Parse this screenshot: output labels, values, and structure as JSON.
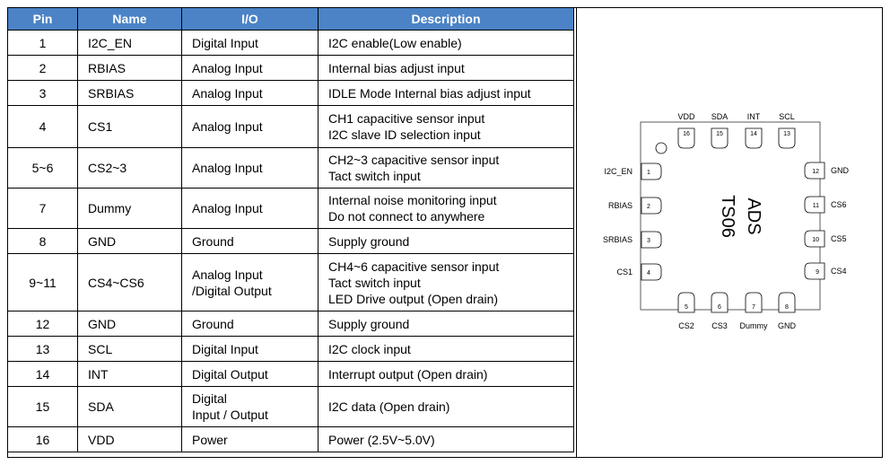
{
  "table": {
    "headers": [
      "Pin",
      "Name",
      "I/O",
      "Description"
    ],
    "rows": [
      {
        "pin": "1",
        "name": "I2C_EN",
        "io": [
          "Digital Input"
        ],
        "desc": [
          "I2C enable(Low enable)"
        ]
      },
      {
        "pin": "2",
        "name": "RBIAS",
        "io": [
          "Analog Input"
        ],
        "desc": [
          "Internal bias adjust input"
        ]
      },
      {
        "pin": "3",
        "name": "SRBIAS",
        "io": [
          "Analog Input"
        ],
        "desc": [
          "IDLE Mode Internal bias adjust input"
        ]
      },
      {
        "pin": "4",
        "name": "CS1",
        "io": [
          "Analog Input"
        ],
        "desc": [
          "CH1 capacitive sensor input",
          "I2C slave ID selection input"
        ]
      },
      {
        "pin": "5~6",
        "name": "CS2~3",
        "io": [
          "Analog Input"
        ],
        "desc": [
          "CH2~3 capacitive sensor input",
          "Tact switch input"
        ]
      },
      {
        "pin": "7",
        "name": "Dummy",
        "io": [
          "Analog Input"
        ],
        "desc": [
          "Internal noise monitoring input",
          "Do not connect to anywhere"
        ]
      },
      {
        "pin": "8",
        "name": "GND",
        "io": [
          "Ground"
        ],
        "desc": [
          "Supply ground"
        ]
      },
      {
        "pin": "9~11",
        "name": "CS4~CS6",
        "io": [
          "Analog Input",
          "/Digital Output"
        ],
        "desc": [
          "CH4~6 capacitive sensor input",
          "Tact switch input",
          "LED Drive output (Open drain)"
        ]
      },
      {
        "pin": "12",
        "name": "GND",
        "io": [
          "Ground"
        ],
        "desc": [
          "Supply ground"
        ]
      },
      {
        "pin": "13",
        "name": "SCL",
        "io": [
          "Digital Input"
        ],
        "desc": [
          "I2C clock input"
        ]
      },
      {
        "pin": "14",
        "name": "INT",
        "io": [
          "Digital Output"
        ],
        "desc": [
          "Interrupt output (Open drain)"
        ]
      },
      {
        "pin": "15",
        "name": "SDA",
        "io": [
          "Digital",
          "Input / Output"
        ],
        "desc": [
          "I2C data (Open drain)"
        ]
      },
      {
        "pin": "16",
        "name": "VDD",
        "io": [
          "Power"
        ],
        "desc": [
          "Power (2.5V~5.0V)"
        ]
      }
    ]
  },
  "chip": {
    "label_line1": "ADS",
    "label_line2": "TS06",
    "top_pins": [
      {
        "name": "VDD",
        "num": "16"
      },
      {
        "name": "SDA",
        "num": "15"
      },
      {
        "name": "INT",
        "num": "14"
      },
      {
        "name": "SCL",
        "num": "13"
      }
    ],
    "left_pins": [
      {
        "name": "I2C_EN",
        "num": "1"
      },
      {
        "name": "RBIAS",
        "num": "2"
      },
      {
        "name": "SRBIAS",
        "num": "3"
      },
      {
        "name": "CS1",
        "num": "4"
      }
    ],
    "right_pins": [
      {
        "name": "GND",
        "num": "12"
      },
      {
        "name": "CS6",
        "num": "11"
      },
      {
        "name": "CS5",
        "num": "10"
      },
      {
        "name": "CS4",
        "num": "9"
      }
    ],
    "bottom_pins": [
      {
        "name": "CS2",
        "num": "5"
      },
      {
        "name": "CS3",
        "num": "6"
      },
      {
        "name": "Dummy",
        "num": "7"
      },
      {
        "name": "GND",
        "num": "8"
      }
    ],
    "colors": {
      "header_bg": "#4b83c6",
      "header_text": "#ffffff"
    }
  }
}
